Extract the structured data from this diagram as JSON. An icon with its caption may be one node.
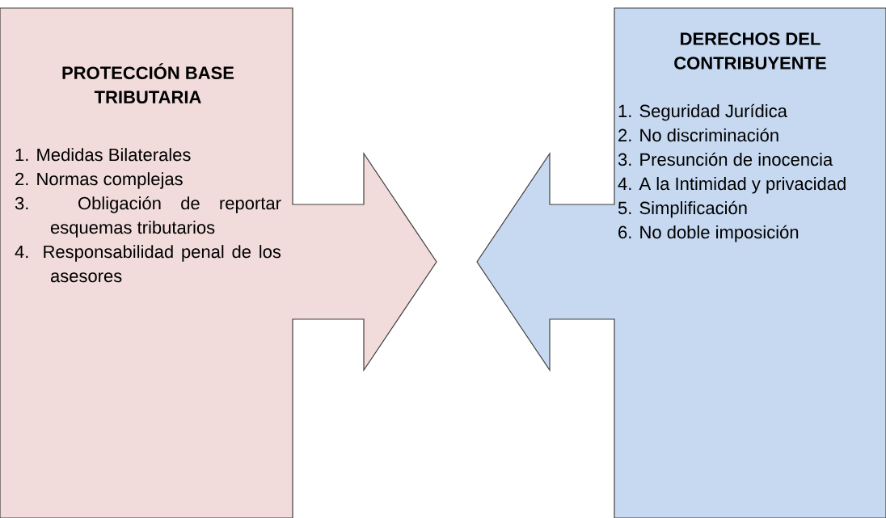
{
  "diagram": {
    "nodes": [
      {
        "text": [
          "PROTECCIÓN BASE TRIBUTARIA",
          "1. Medidas Bilaterales",
          "2. Normas complejas",
          "3. Obligación de reportar esquemas tributarios",
          "4. Responsabilidad penal de los asesores"
        ]
      },
      {
        "text": [
          "DERECHOS DEL CONTRIBUYENTE",
          "1. Seguridad Jurídica",
          "2. No discriminación",
          "3. Presunción de inocencia",
          "4. A la Intimidad y privacidad",
          "5. Simplificación",
          "6. No doble imposición"
        ]
      }
    ]
  }
}
